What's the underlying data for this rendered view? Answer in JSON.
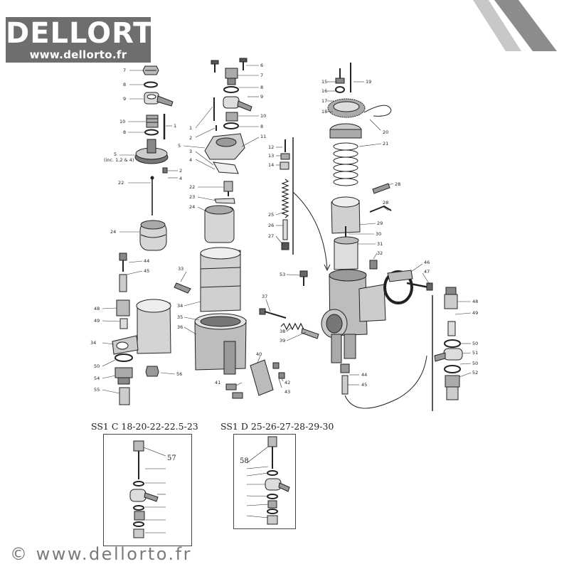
{
  "logo": {
    "brand": "DELLORTO",
    "url": "www.dellorto.fr"
  },
  "labels": {
    "l7a": "7",
    "l8a": "8",
    "l9a": "9",
    "l10a": "10",
    "l8b": "8",
    "l1a": "1",
    "l5a": "5",
    "l5a_note": "(inc. 1,2 & 4)",
    "l2a": "2",
    "l4a": "4",
    "l22a": "22",
    "l24a": "24",
    "l6": "6",
    "l7b": "7",
    "l8c": "8",
    "l9b": "9",
    "l10b": "10",
    "l8d": "8",
    "l11": "11",
    "l1b": "1",
    "l2b": "2",
    "l5b": "5",
    "l3": "3",
    "l4b": "4",
    "l22b": "22",
    "l23": "23",
    "l24b": "24",
    "l12": "12",
    "l13": "13",
    "l14": "14",
    "l25": "25",
    "l26": "26",
    "l27": "27",
    "l15": "15",
    "l16": "16",
    "l17": "17",
    "l18": "18",
    "l19": "19",
    "l20": "20",
    "l21": "21",
    "l28a": "28",
    "l28b": "28",
    "l29": "29",
    "l30": "30",
    "l31": "31",
    "l32": "32",
    "l44a": "44",
    "l45a": "45",
    "l48a": "48",
    "l49a": "49",
    "l34a": "34",
    "l50a": "50",
    "l54": "54",
    "l55": "55",
    "l33": "33",
    "l34b": "34",
    "l35": "35",
    "l36": "36",
    "l56": "56",
    "l40": "40",
    "l41": "41",
    "l42": "42",
    "l43": "43",
    "l53": "53",
    "l37": "37",
    "l38": "38",
    "l39": "39",
    "l46": "46",
    "l47": "47",
    "l44b": "44",
    "l45b": "45",
    "l48b": "48",
    "l49b": "49",
    "l50b": "50",
    "l51": "51",
    "l50c": "50",
    "l52": "52",
    "l57": "57",
    "l58": "58"
  },
  "variants": {
    "c_title": "SS1 C 18-20-22-22.5-23",
    "d_title": "SS1 D 25-26-27-28-29-30"
  },
  "footer": {
    "copyright": "© www.dellorto.fr"
  },
  "colors": {
    "logo_bg": "#6e6e6e",
    "stripe_dark": "#8c8c8c",
    "stripe_light": "#c8c8c8"
  }
}
